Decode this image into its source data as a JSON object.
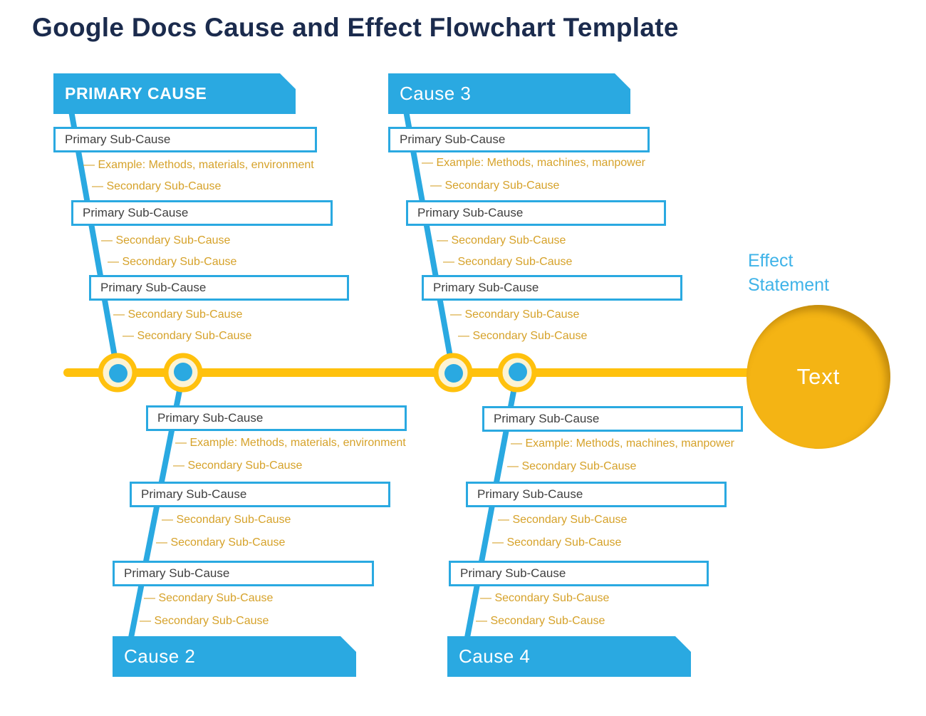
{
  "page": {
    "title": "Google Docs Cause and Effect Flowchart Template"
  },
  "colors": {
    "accent_blue": "#2aa9e1",
    "spine_yellow": "#ffc10d",
    "junction_fill": "#fcf3d4",
    "gold_text": "#d6a22a",
    "effect_circle_yellow": "#f4b414",
    "effect_label_blue": "#3fb3e8",
    "title_navy": "#1b2b4d",
    "box_text": "#3f3f3f"
  },
  "effect": {
    "label": "Effect Statement",
    "circle_text": "Text"
  },
  "branches": [
    {
      "header": "PRIMARY CAUSE",
      "position": "top-left",
      "groups": [
        {
          "box": "Primary Sub-Cause",
          "subs": [
            "— Example: Methods, materials, environment",
            "— Secondary Sub-Cause"
          ]
        },
        {
          "box": "Primary Sub-Cause",
          "subs": [
            "— Secondary Sub-Cause",
            "— Secondary Sub-Cause"
          ]
        },
        {
          "box": "Primary Sub-Cause",
          "subs": [
            "— Secondary Sub-Cause",
            "— Secondary Sub-Cause"
          ]
        }
      ]
    },
    {
      "header": "Cause 3",
      "position": "top-right",
      "groups": [
        {
          "box": "Primary Sub-Cause",
          "subs": [
            "— Example: Methods, machines, manpower",
            "— Secondary Sub-Cause"
          ]
        },
        {
          "box": "Primary Sub-Cause",
          "subs": [
            "— Secondary Sub-Cause",
            "— Secondary Sub-Cause"
          ]
        },
        {
          "box": "Primary Sub-Cause",
          "subs": [
            "— Secondary Sub-Cause",
            "— Secondary Sub-Cause"
          ]
        }
      ]
    },
    {
      "header": "Cause 2",
      "position": "bottom-left",
      "groups": [
        {
          "box": "Primary Sub-Cause",
          "subs": [
            "— Example: Methods, materials, environment",
            "— Secondary Sub-Cause"
          ]
        },
        {
          "box": "Primary Sub-Cause",
          "subs": [
            "— Secondary Sub-Cause",
            "— Secondary Sub-Cause"
          ]
        },
        {
          "box": "Primary Sub-Cause",
          "subs": [
            "— Secondary Sub-Cause",
            "— Secondary Sub-Cause"
          ]
        }
      ]
    },
    {
      "header": "Cause 4",
      "position": "bottom-right",
      "groups": [
        {
          "box": "Primary Sub-Cause",
          "subs": [
            "— Example: Methods, machines, manpower",
            "— Secondary Sub-Cause"
          ]
        },
        {
          "box": "Primary Sub-Cause",
          "subs": [
            "— Secondary Sub-Cause",
            "— Secondary Sub-Cause"
          ]
        },
        {
          "box": "Primary Sub-Cause",
          "subs": [
            "— Secondary Sub-Cause",
            "— Secondary Sub-Cause"
          ]
        }
      ]
    }
  ]
}
